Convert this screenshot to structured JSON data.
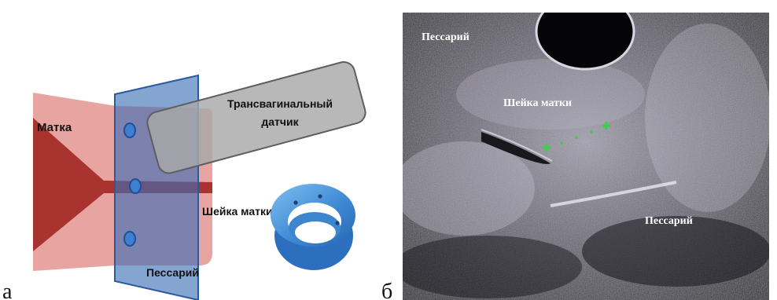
{
  "panel_a": {
    "panel_letter": "а",
    "labels": {
      "uterus": "Матка",
      "probe_line1": "Трансвагинальный",
      "probe_line2": "датчик",
      "cervix": "Шейка матки",
      "pessary": "Пессарий"
    }
  },
  "panel_b": {
    "panel_letter": "б",
    "labels": {
      "pessary_top": "Пессарий",
      "cervix": "Шейка матки",
      "pessary_bottom": "Пессарий"
    }
  },
  "colors": {
    "uterus_fill": "#e7a4a0",
    "uterus_dark": "#a8332f",
    "pessary_plate": "#3a6db5",
    "probe_fill": "#9a9a9a",
    "ring_blue": "#3c8fd8",
    "marker_green": "#39d04a"
  }
}
